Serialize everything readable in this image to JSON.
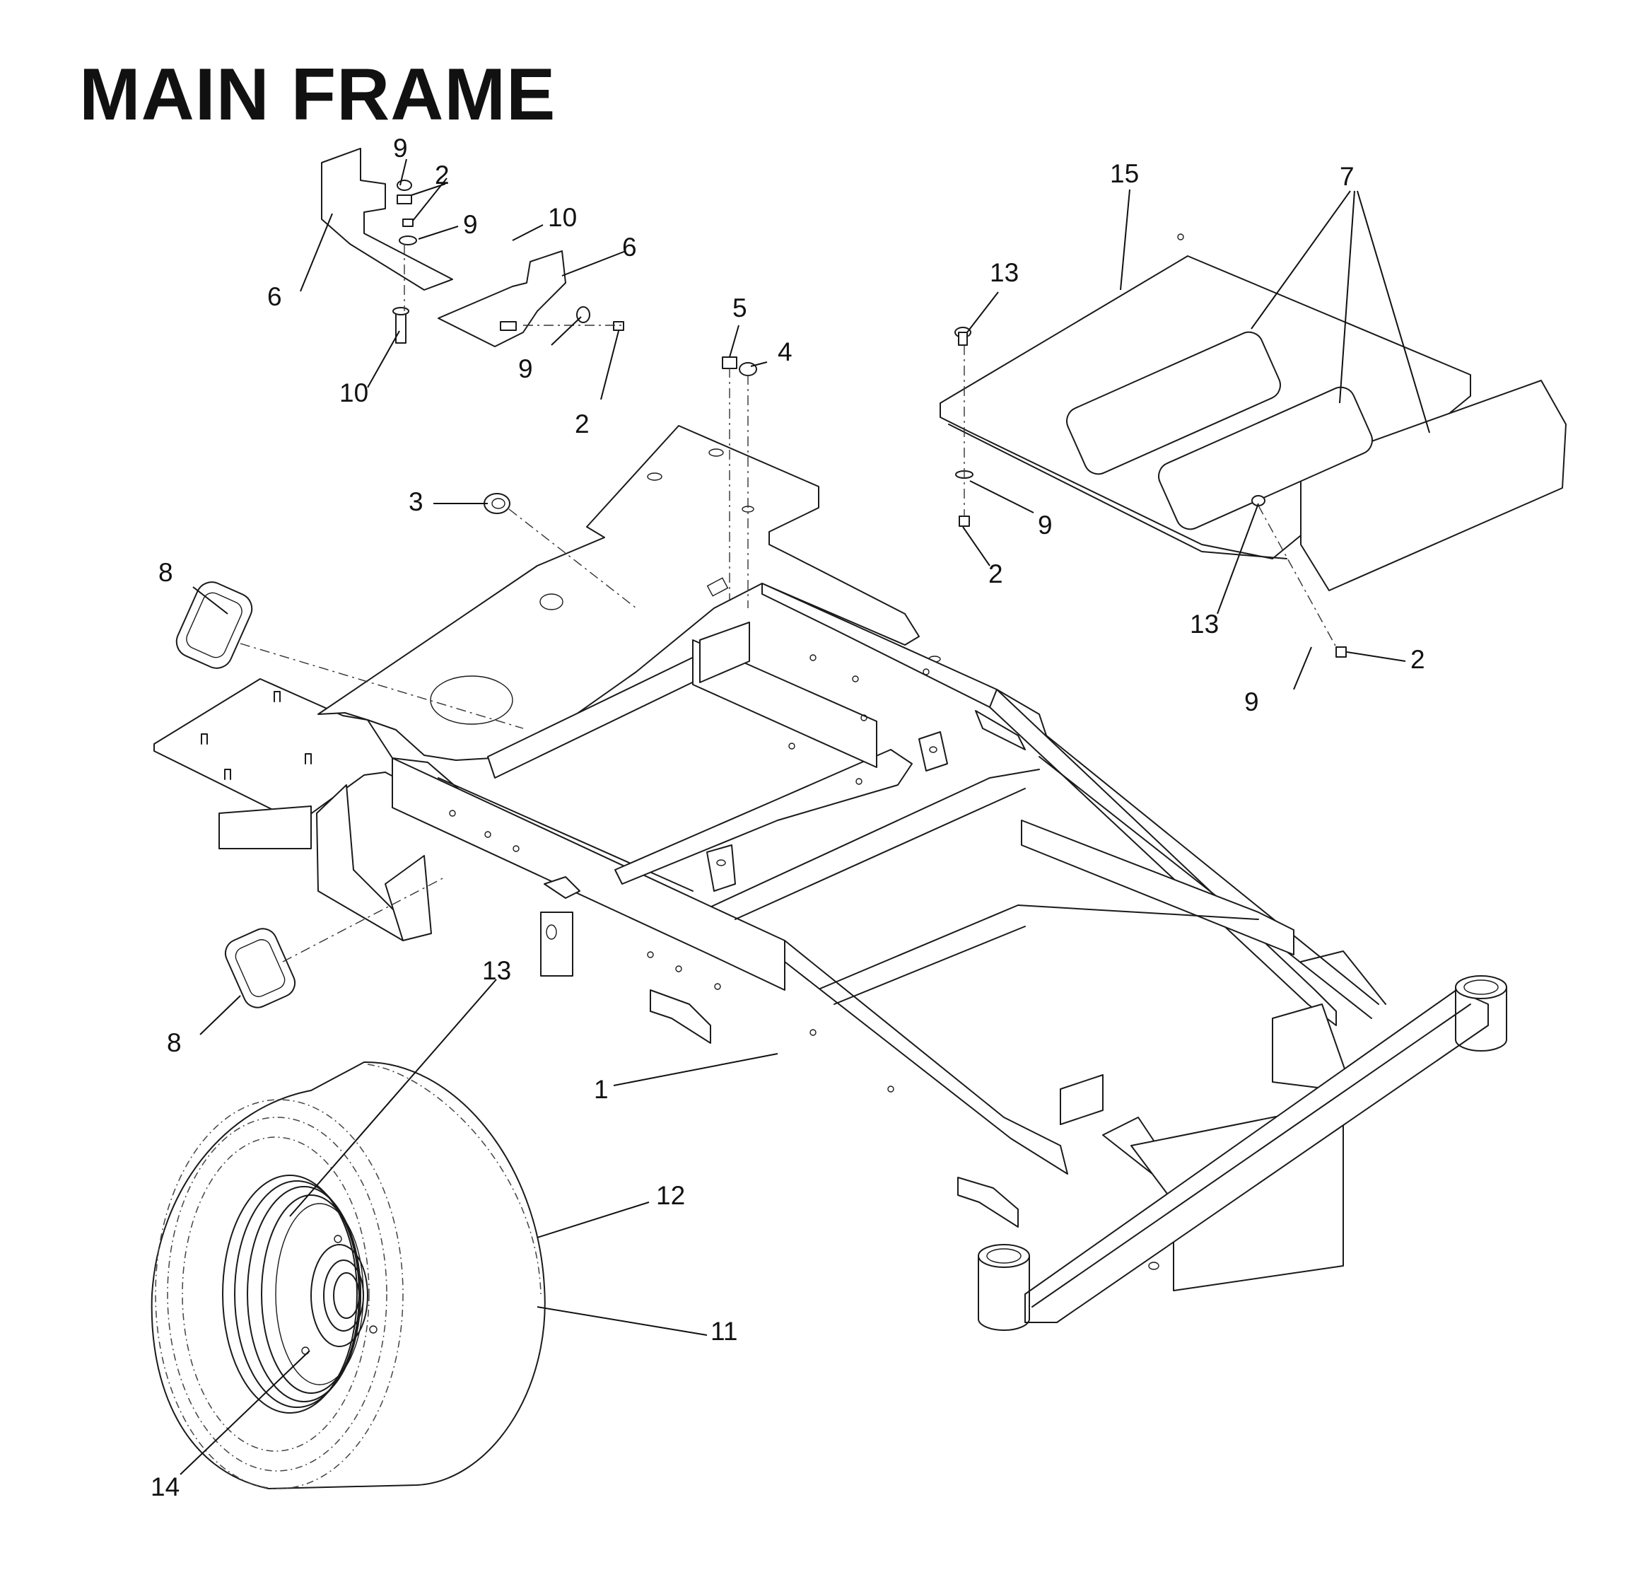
{
  "title": "MAIN FRAME",
  "callouts": {
    "c1": "1",
    "c2a": "2",
    "c2b": "2",
    "c2c": "2",
    "c2d": "2",
    "c3": "3",
    "c4": "4",
    "c5": "5",
    "c6a": "6",
    "c6b": "6",
    "c7": "7",
    "c8a": "8",
    "c8b": "8",
    "c9a": "9",
    "c9b": "9",
    "c9c": "9",
    "c9d": "9",
    "c9e": "9",
    "c10a": "10",
    "c10b": "10",
    "c11": "11",
    "c12": "12",
    "c13a": "13",
    "c13b": "13",
    "c13c": "13",
    "c14": "14",
    "c15": "15"
  }
}
